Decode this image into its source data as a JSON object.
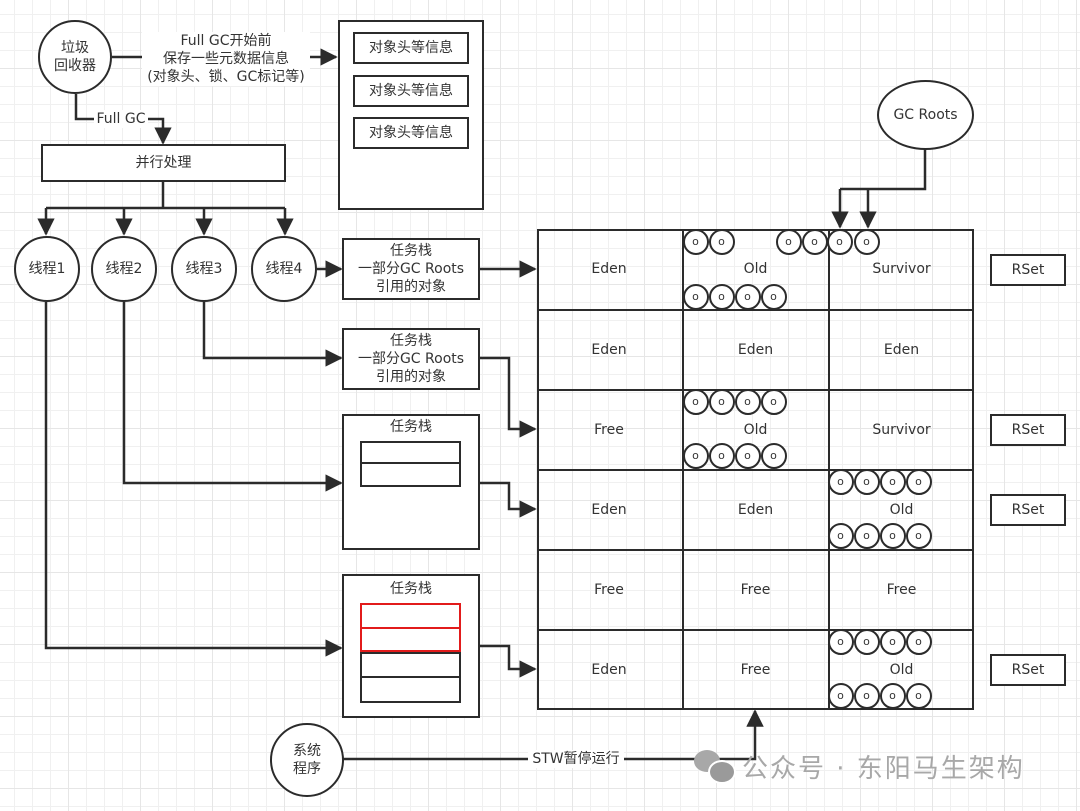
{
  "collector": {
    "label": "垃圾\n回收器"
  },
  "pre_gc_note": {
    "label": "Full GC开始前\n保存一些元数据信息\n(对象头、锁、GC标记等)"
  },
  "full_gc_label": "Full GC",
  "metadata_store": {
    "items": [
      "对象头等信息",
      "对象头等信息",
      "对象头等信息"
    ]
  },
  "parallel_box": {
    "label": "并行处理"
  },
  "threads": [
    "线程1",
    "线程2",
    "线程3",
    "线程4"
  ],
  "task_stacks": [
    {
      "label": "任务栈\n一部分GC Roots\n引用的对象"
    },
    {
      "label": "任务栈\n一部分GC Roots\n引用的对象"
    },
    {
      "label": "任务栈",
      "slots": [
        {
          "highlighted": false
        },
        {
          "highlighted": false
        }
      ]
    },
    {
      "label": "任务栈",
      "slots": [
        {
          "highlighted": true
        },
        {
          "highlighted": true
        },
        {
          "highlighted": false
        },
        {
          "highlighted": false
        }
      ]
    }
  ],
  "gc_roots": {
    "label": "GC Roots"
  },
  "heap": {
    "object_glyph": "o",
    "rows": [
      {
        "cells": [
          "Eden",
          "Old",
          "Survivor"
        ],
        "rset": "RSet"
      },
      {
        "cells": [
          "Eden",
          "Eden",
          "Eden"
        ],
        "rset": null
      },
      {
        "cells": [
          "Free",
          "Old",
          "Survivor"
        ],
        "rset": "RSet"
      },
      {
        "cells": [
          "Eden",
          "Eden",
          "Old"
        ],
        "rset": "RSet"
      },
      {
        "cells": [
          "Free",
          "Free",
          "Free"
        ],
        "rset": null
      },
      {
        "cells": [
          "Eden",
          "Free",
          "Old"
        ],
        "rset": "RSet"
      }
    ]
  },
  "system": {
    "label": "系统\n程序"
  },
  "stw_label": "STW暂停运行",
  "watermark": {
    "text": "公众号 · 东阳马生架构"
  },
  "colors": {
    "stroke": "#2b2b2b",
    "highlight": "#e21b1b",
    "text": "#333333"
  }
}
